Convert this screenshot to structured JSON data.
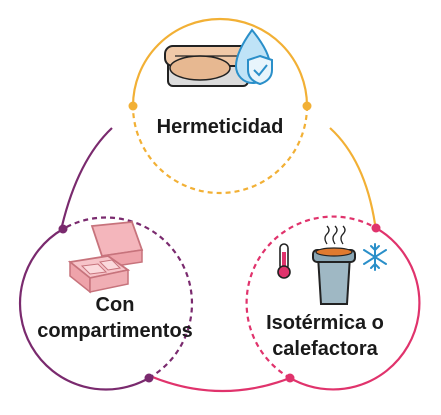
{
  "diagram": {
    "nodes": [
      {
        "id": "hermeticidad",
        "lines": [
          "Hermeticidad"
        ],
        "color": "#f2b035",
        "icon": "lunchbox-waterproof-icon"
      },
      {
        "id": "compartimentos",
        "lines": [
          "Con",
          "compartimentos"
        ],
        "color": "#7a2a6e",
        "icon": "compartment-lunchbox-icon"
      },
      {
        "id": "isotermica",
        "lines": [
          "Isotérmica o",
          "calefactora"
        ],
        "color": "#e0336c",
        "icon": "thermal-container-icon"
      }
    ],
    "connectors": [
      {
        "from": "hermeticidad",
        "to": "compartimentos",
        "color": "#7a2a6e"
      },
      {
        "from": "hermeticidad",
        "to": "isotermica",
        "color": "#f2b035"
      },
      {
        "from": "compartimentos",
        "to": "isotermica",
        "color": "#e0336c"
      }
    ],
    "icons": {
      "thermometer": "thermometer-icon",
      "snowflake": "snowflake-icon",
      "shield": "shield-check-icon",
      "droplet": "water-drop-icon"
    }
  }
}
